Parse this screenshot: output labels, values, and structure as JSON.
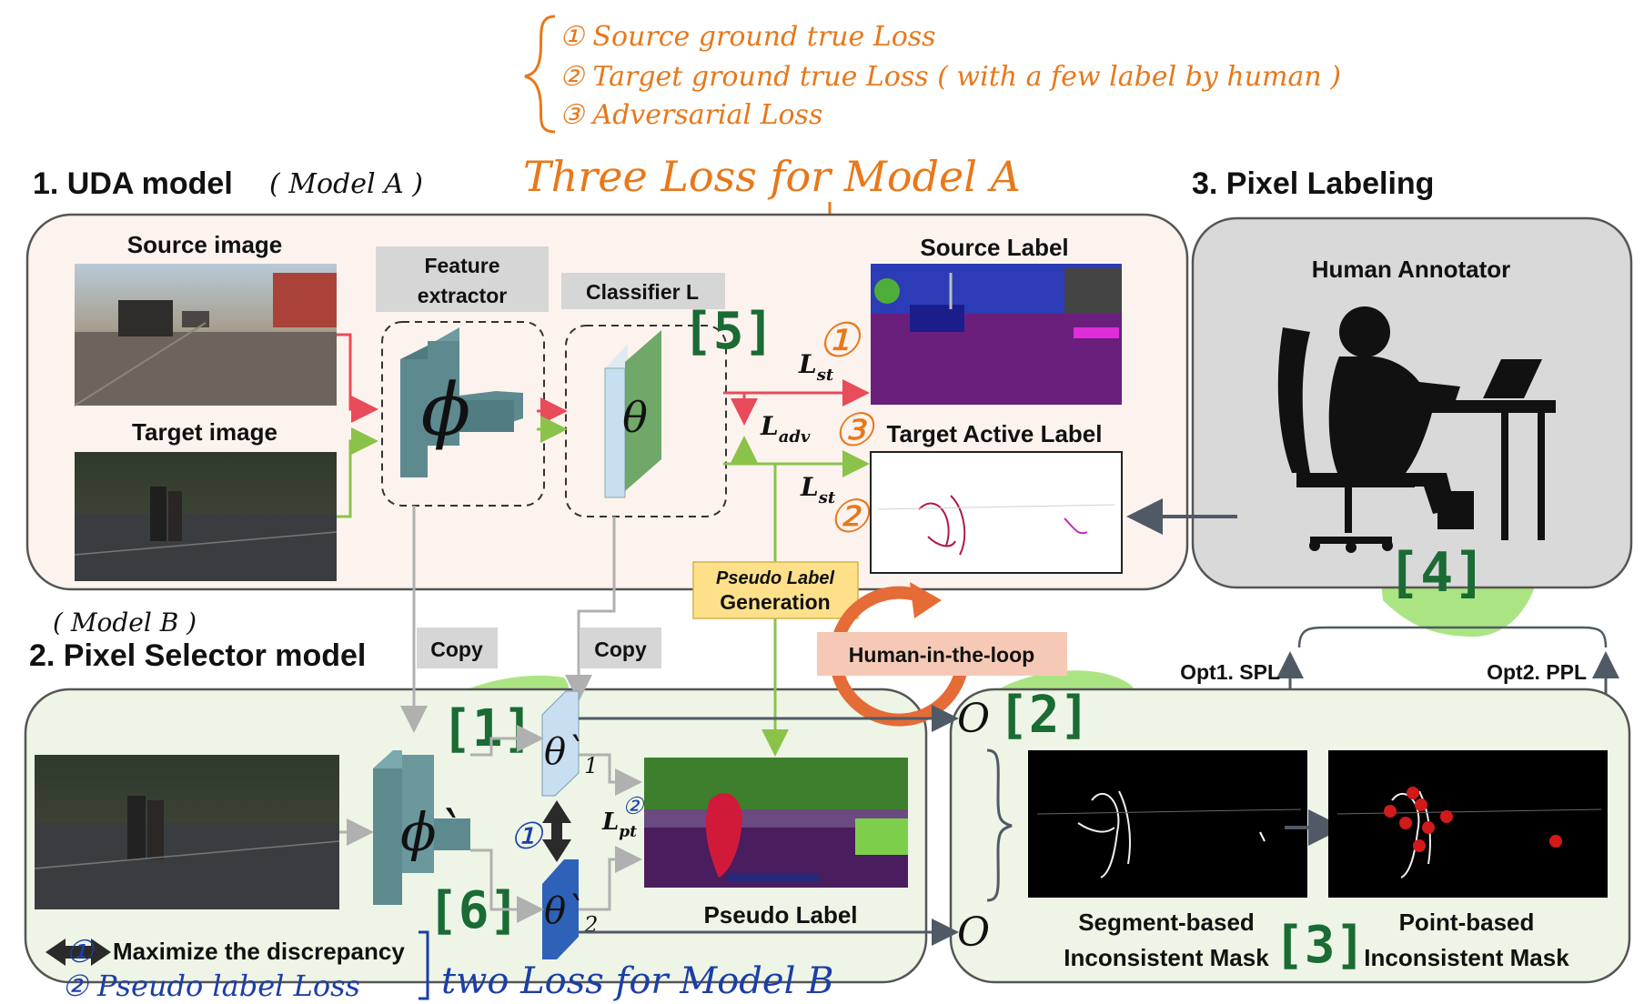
{
  "sections": {
    "uda_title": "1. UDA model",
    "pixel_selector_title": "2. Pixel Selector model",
    "pixel_labeling_title": "3. Pixel Labeling"
  },
  "uda": {
    "source_image": "Source image",
    "target_image": "Target image",
    "feature_extractor_line1": "Feature",
    "feature_extractor_line2": "extractor",
    "classifier": "Classifier L",
    "phi": "ϕ",
    "theta": "θ",
    "source_label": "Source Label",
    "target_active_label": "Target Active Label",
    "l_st_top": "L",
    "l_st_top_sub": "st",
    "l_adv": "L",
    "l_adv_sub": "adv",
    "l_st_bottom": "L",
    "l_st_bottom_sub": "st"
  },
  "labeling": {
    "human_annotator": "Human Annotator",
    "opt1": "Opt1. SPL",
    "opt2": "Opt2. PPL"
  },
  "selector": {
    "copy_left": "Copy",
    "copy_right": "Copy",
    "pseudo_gen_line1": "Pseudo Label",
    "pseudo_gen_line2": "Generation",
    "human_in_loop": "Human-in-the-loop",
    "phi_prime": "ϕ`",
    "theta1": "θ`",
    "theta1_sub": "1",
    "theta2": "θ`",
    "theta2_sub": "2",
    "l_pt": "L",
    "l_pt_sub": "pt",
    "pseudo_label": "Pseudo Label",
    "segment_mask_line1": "Segment-based",
    "segment_mask_line2": "Inconsistent Mask",
    "point_mask_line1": "Point-based",
    "point_mask_line2": "Inconsistent Mask",
    "maximize": "Maximize the discrepancy"
  },
  "annotations": {
    "model_a": "( Model A )",
    "model_b": "( Model B )",
    "loss1": "① Source ground true Loss",
    "loss2": "② Target ground true Loss ( with a few label by human )",
    "loss3": "③ Adversarial Loss",
    "three_loss": "Three Loss for Model A",
    "pseudo_loss": "② Pseudo label Loss",
    "two_loss": "two Loss for Model B",
    "circ1": "①",
    "circ2": "②",
    "circ3": "③",
    "circ1_b": "①",
    "circ2_b": "②",
    "tag1": "[1]",
    "tag2": "[2]",
    "tag3": "[3]",
    "tag4": "[4]",
    "tag5": "[5]",
    "tag6": "[6]",
    "o_top": "O",
    "o_bottom": "O"
  },
  "colors": {
    "red_arrow": "#e84b5a",
    "green_arrow": "#8bc34a",
    "gray_arrow": "#b0b0b0",
    "dark_arrow": "#4f5a66",
    "block_teal": "#5c8a8f",
    "classifier_blue": "#c7dff0",
    "theta_blue": "#2d62b8",
    "highlight": "#8fdc5a",
    "handwriting_orange": "#e8781a",
    "handwriting_blue": "#1b3fa6",
    "uda_panel": "#fdf3ee",
    "selector_panel": "#eef5e6",
    "labeling_panel": "#d9d9d9"
  },
  "icons": [
    "human-annotator-icon",
    "human-in-the-loop-icon",
    "bidirectional-arrow-icon"
  ]
}
